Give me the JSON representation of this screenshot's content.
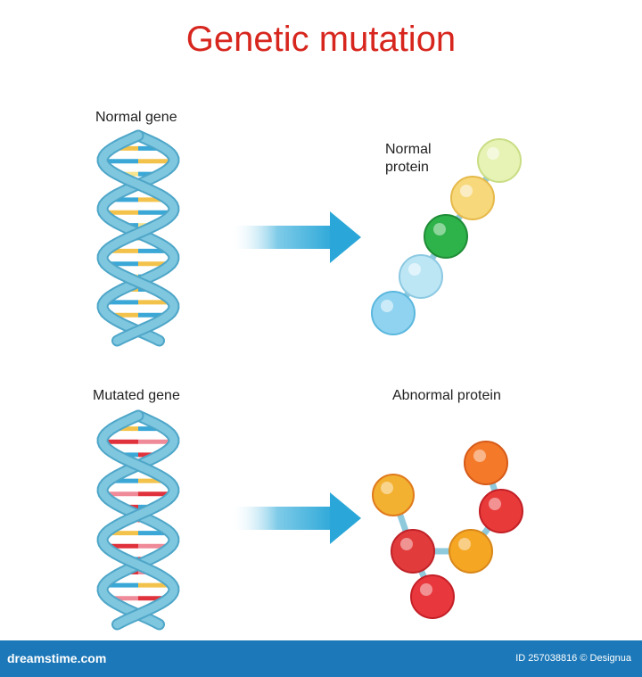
{
  "title": "Genetic mutation",
  "labels": {
    "normal_gene": "Normal gene",
    "normal_protein_line1": "Normal",
    "normal_protein_line2": "protein",
    "mutated_gene": "Mutated gene",
    "abnormal_protein": "Abnormal protein"
  },
  "footer": {
    "logo": "dreamstime.com",
    "id": "ID 257038816 © Designua"
  },
  "colors": {
    "title": "#d7261e",
    "helix": "#7fc6df",
    "helix_dark": "#4ea6c8",
    "arrow": "#3fb2dc",
    "footer_bg": "#1c78b8",
    "rung_yellow": "#f2c24b",
    "rung_blue": "#3aa7d6",
    "rung_red": "#e0323c",
    "rung_pink": "#ef8a98",
    "normal_beads": [
      "#e7f2b5",
      "#f7d87a",
      "#2eb24a",
      "#bde6f5",
      "#8fd3f0"
    ],
    "abnormal_beads": [
      "#f47a2a",
      "#e93a3a",
      "#f5a623",
      "#e23b3b",
      "#f3b131",
      "#e3373b",
      "#e8383d"
    ]
  }
}
